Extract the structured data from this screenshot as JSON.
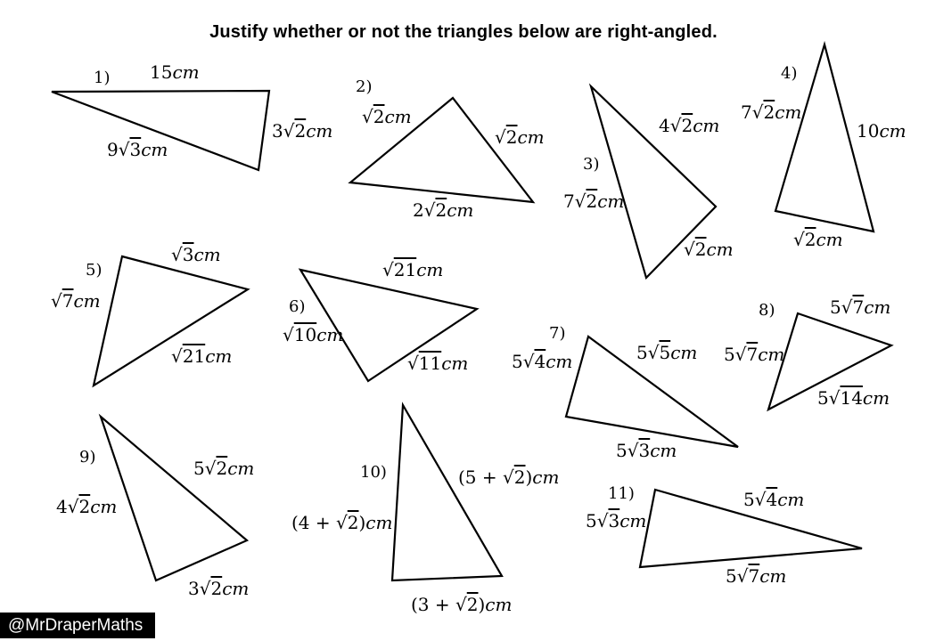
{
  "page": {
    "title": "Justify whether or not the triangles below are right-angled.",
    "watermark": "@MrDraperMaths",
    "ink_color": "#000000",
    "background_color": "#ffffff",
    "watermark_bg": "#000000",
    "watermark_fg": "#ffffff"
  },
  "triangles": [
    {
      "id": 1,
      "number": "1)",
      "sides": [
        {
          "position": "top",
          "text": "15cm"
        },
        {
          "position": "right",
          "text": "3√2cm"
        },
        {
          "position": "bottom-left",
          "text": "9√3cm"
        }
      ]
    },
    {
      "id": 2,
      "number": "2)",
      "sides": [
        {
          "position": "left",
          "text": "√2cm"
        },
        {
          "position": "right",
          "text": "√2cm"
        },
        {
          "position": "bottom",
          "text": "2√2cm"
        }
      ]
    },
    {
      "id": 3,
      "number": "3)",
      "sides": [
        {
          "position": "top-right",
          "text": "4√2cm"
        },
        {
          "position": "left",
          "text": "7√2cm"
        },
        {
          "position": "bottom-right",
          "text": "√2cm"
        }
      ]
    },
    {
      "id": 4,
      "number": "4)",
      "sides": [
        {
          "position": "left",
          "text": "7√2cm"
        },
        {
          "position": "right",
          "text": "10cm"
        },
        {
          "position": "bottom",
          "text": "√2cm"
        }
      ]
    },
    {
      "id": 5,
      "number": "5)",
      "sides": [
        {
          "position": "top",
          "text": "√3cm"
        },
        {
          "position": "left",
          "text": "√7cm"
        },
        {
          "position": "bottom",
          "text": "√21cm"
        }
      ]
    },
    {
      "id": 6,
      "number": "6)",
      "sides": [
        {
          "position": "top",
          "text": "√21cm"
        },
        {
          "position": "left",
          "text": "√10cm"
        },
        {
          "position": "bottom",
          "text": "√11cm"
        }
      ]
    },
    {
      "id": 7,
      "number": "7)",
      "sides": [
        {
          "position": "left",
          "text": "5√4cm"
        },
        {
          "position": "top",
          "text": "5√5cm"
        },
        {
          "position": "bottom",
          "text": "5√3cm"
        }
      ]
    },
    {
      "id": 8,
      "number": "8)",
      "sides": [
        {
          "position": "top",
          "text": "5√7cm"
        },
        {
          "position": "left",
          "text": "5√7cm"
        },
        {
          "position": "bottom",
          "text": "5√14cm"
        }
      ]
    },
    {
      "id": 9,
      "number": "9)",
      "sides": [
        {
          "position": "right",
          "text": "5√2cm"
        },
        {
          "position": "left",
          "text": "4√2cm"
        },
        {
          "position": "bottom",
          "text": "3√2cm"
        }
      ]
    },
    {
      "id": 10,
      "number": "10)",
      "sides": [
        {
          "position": "right",
          "text": "(5 + √2)cm"
        },
        {
          "position": "left",
          "text": "(4 + √2)cm"
        },
        {
          "position": "bottom",
          "text": "(3 + √2)cm"
        }
      ]
    },
    {
      "id": 11,
      "number": "11)",
      "sides": [
        {
          "position": "top",
          "text": "5√4cm"
        },
        {
          "position": "left",
          "text": "5√3cm"
        },
        {
          "position": "bottom",
          "text": "5√7cm"
        }
      ]
    }
  ]
}
